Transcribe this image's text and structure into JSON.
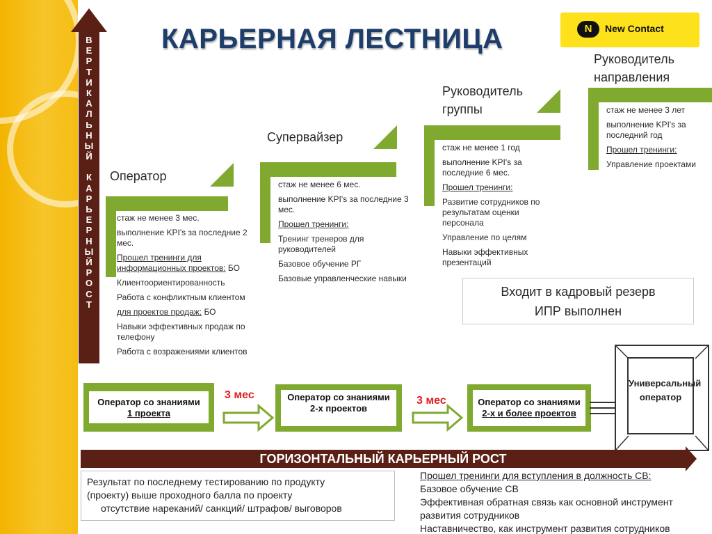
{
  "title": "КАРЬЕРНАЯ ЛЕСТНИЦА",
  "logo": {
    "text": "New Contact",
    "colors": {
      "bg": "#fde11a",
      "mark": "#111111"
    }
  },
  "vertical_label": [
    "В",
    "Е",
    "Р",
    "Т",
    "И",
    "К",
    "А",
    "Л",
    "Ь",
    "Н",
    "Ы",
    "Й",
    "",
    "К",
    "А",
    "Р",
    "Ь",
    "Е",
    "Р",
    "Н",
    "Ы",
    "Й",
    "Р",
    "О",
    "С",
    "Т"
  ],
  "colors": {
    "accent_green": "#7faa2f",
    "arrow_brown": "#5a1f15",
    "title_blue": "#1d3d6b",
    "band_yellow": "#f5bd14",
    "red": "#e02020"
  },
  "steps": {
    "operator": {
      "label": "Оператор",
      "items": [
        "стаж не менее 3 мес.",
        "выполнение KPI's за последние 2 мес."
      ],
      "training_info": "Прошел тренинги для информационных проектов:",
      "training_info_suffix": " БО",
      "info_items": [
        "Клиентоориентированность",
        "Работа с конфликтным клиентом"
      ],
      "training_sales": "для проектов продаж:",
      "training_sales_suffix": " БО",
      "sales_items": [
        "Навыки эффективных продаж по телефону",
        "Работа с возражениями клиентов"
      ]
    },
    "supervisor": {
      "label": "Супервайзер",
      "items": [
        "стаж не менее 6 мес.",
        "выполнение KPI's за последние 3 мес."
      ],
      "training_header": "Прошел тренинги:",
      "trainings": [
        "Тренинг тренеров для руководителей",
        "Базовое обучение РГ",
        "Базовые управленческие навыки"
      ]
    },
    "group_lead": {
      "label": "Руководитель группы",
      "items": [
        "стаж не менее 1 год",
        "выполнение KPI's за последние 6 мес."
      ],
      "training_header": "Прошел тренинги:",
      "trainings": [
        "Развитие сотрудников по результатам оценки персонала",
        "Управление по целям",
        "Навыки эффективных презентаций"
      ]
    },
    "direction_lead": {
      "label": "Руководитель направления",
      "items": [
        "стаж не менее 3 лет",
        "выполнение KPI's за последний год"
      ],
      "training_header": "Прошел тренинги:",
      "trainings": [
        "Управление проектами"
      ]
    }
  },
  "reserve": {
    "line1": "Входит в кадровый резерв",
    "line2": "ИПР выполнен"
  },
  "horizontal": {
    "box1": {
      "line1": "Оператор со знаниями",
      "line2": "1 проекта"
    },
    "box2": {
      "line1": "Оператор со знаниями",
      "line2": "2-х проектов"
    },
    "box3": {
      "line1": "Оператор со знаниями",
      "line2": "2-х и более проектов"
    },
    "mes1": "3 мес",
    "mes2": "3 мес",
    "universal": "Универсальный оператор",
    "bar_title": "ГОРИЗОНТАЛЬНЫЙ КАРЬЕРНЫЙ РОСТ"
  },
  "bottom_left": {
    "line1": "Результат по последнему тестированию по продукту",
    "line2": "(проекту) выше проходного балла по проекту",
    "line3": "отсутствие нареканий/ санкций/ штрафов/ выговоров"
  },
  "bottom_right": {
    "header": "Прошел тренинги для вступления в должность СВ:",
    "items": [
      "Базовое обучение СВ",
      "Эффективная обратная связь как основной инструмент развития сотрудников",
      "Наставничество, как инструмент развития сотрудников"
    ]
  }
}
